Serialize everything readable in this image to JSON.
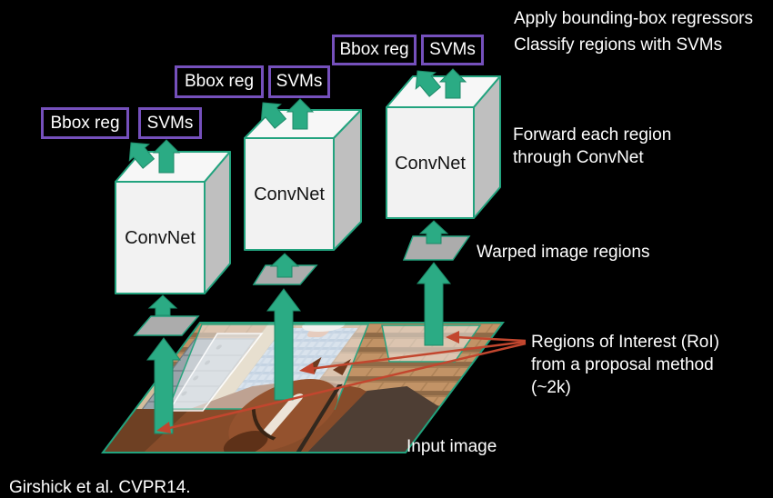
{
  "slide": {
    "notes": {
      "apply": "Apply bounding-box regressors",
      "classify": "Classify regions with SVMs",
      "forward_line1": "Forward each region",
      "forward_line2": "through ConvNet",
      "warped": "Warped image regions",
      "roi_line1": "Regions of Interest (RoI)",
      "roi_line2": "from a proposal method",
      "roi_line3": "(~2k)",
      "input_image": "Input image",
      "citation": "Girshick et al. CVPR14."
    },
    "pipelines": [
      {
        "bbox_label": "Bbox reg",
        "svm_label": "SVMs",
        "conv_label": "ConvNet"
      },
      {
        "bbox_label": "Bbox reg",
        "svm_label": "SVMs",
        "conv_label": "ConvNet"
      },
      {
        "bbox_label": "Bbox reg",
        "svm_label": "SVMs",
        "conv_label": "ConvNet"
      }
    ],
    "colors": {
      "background": "#000000",
      "teal_edge": "#22A37E",
      "arrow_green": "#2BAB84",
      "purple_border": "#7550BC",
      "red_arrow": "#C2462E",
      "box_front": "#F2F2F2",
      "box_side": "#BFBFBF",
      "warped_gray": "#ACACAC"
    }
  }
}
